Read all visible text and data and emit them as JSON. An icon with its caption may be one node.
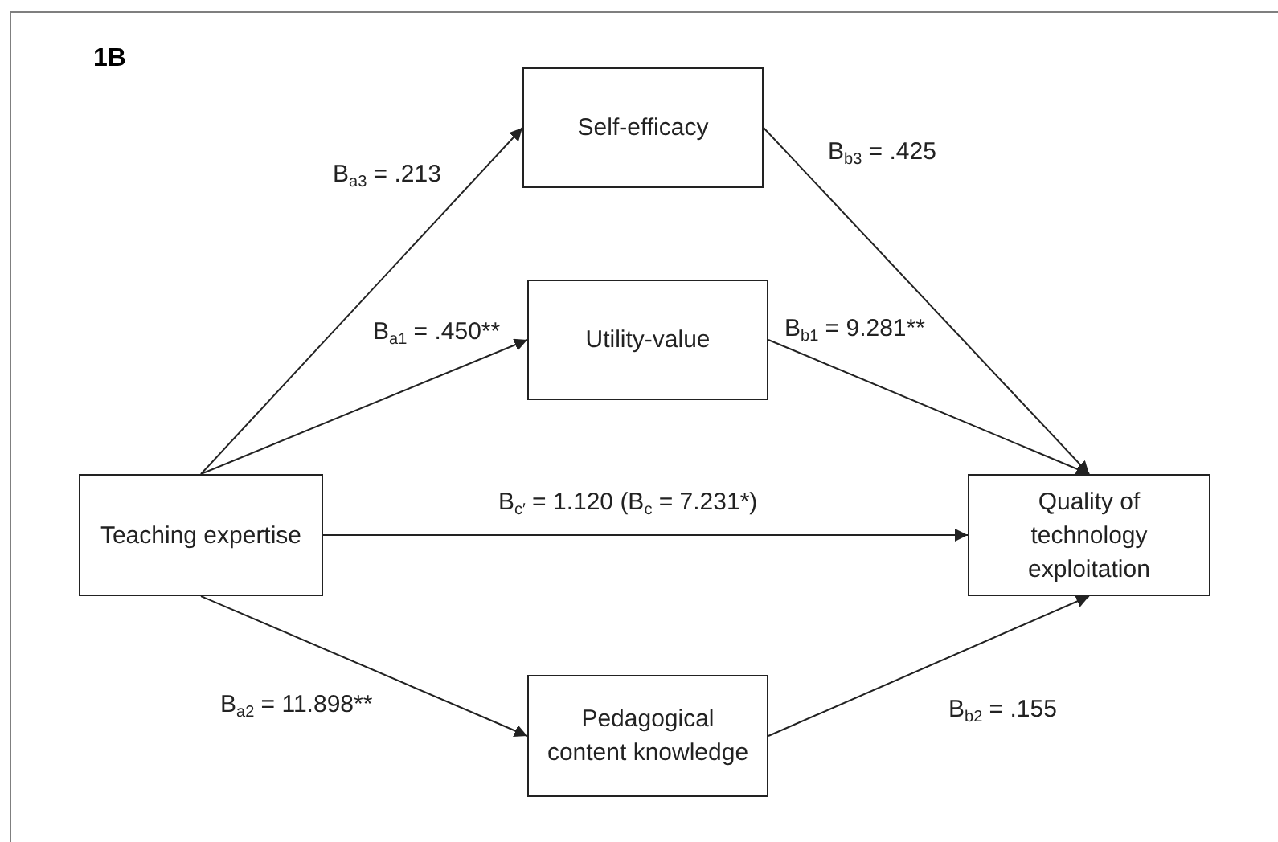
{
  "diagram": {
    "title": "1B",
    "nodes": [
      {
        "text": [
          "Self-efficacy"
        ]
      },
      {
        "text": [
          "Utility-value"
        ]
      },
      {
        "text": [
          "Teaching expertise"
        ]
      },
      {
        "text": [
          "Quality of technology exploitation"
        ]
      },
      {
        "text": [
          "Pedagogical content knowledge"
        ]
      }
    ],
    "edges": [
      {
        "from": 2,
        "to": 0,
        "arrow": "to",
        "label": "B$_{a3}$ = .213"
      },
      {
        "from": 2,
        "to": 1,
        "arrow": "to",
        "label": "B$_{a1}$ = .450**"
      },
      {
        "from": 2,
        "to": 3,
        "arrow": "to",
        "label": "B$_{c′}$ = 1.120 (B$_{c}$ = 7.231*)"
      },
      {
        "from": 2,
        "to": 4,
        "arrow": "to",
        "label": "B$_{a2}$ = 11.898**"
      },
      {
        "from": 0,
        "to": 3,
        "arrow": "to",
        "label": "B$_{b3}$ = .425"
      },
      {
        "from": 1,
        "to": 3,
        "arrow": "to",
        "label": "B$_{b1}$ = 9.281**"
      },
      {
        "from": 4,
        "to": 3,
        "arrow": "to",
        "label": "B$_{b2}$ = .155"
      }
    ]
  }
}
